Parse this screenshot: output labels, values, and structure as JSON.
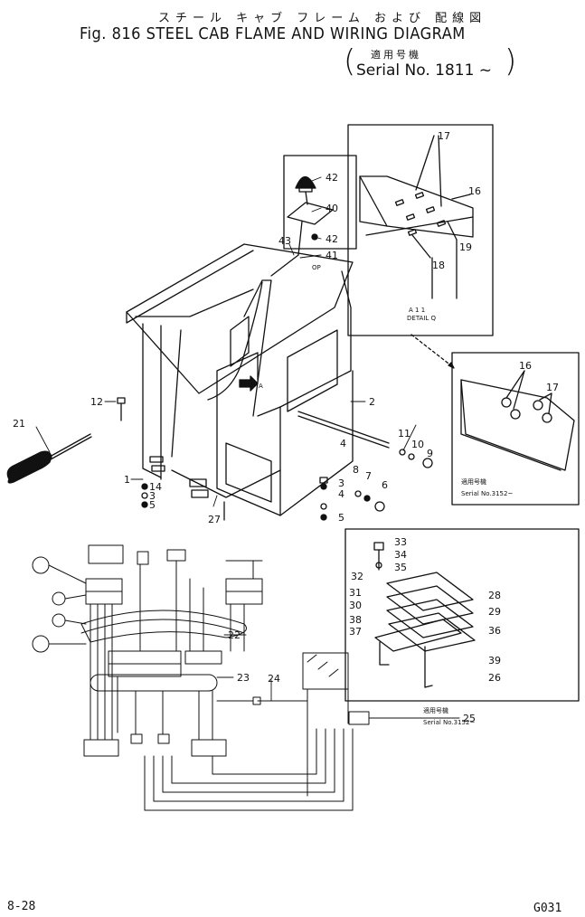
{
  "header": {
    "title_jp": "スチール キャブ フレーム および 配線図",
    "title": "Fig. 816  STEEL CAB FLAME AND WIRING DIAGRAM",
    "serial_jp": "適用号機",
    "serial": "Serial No. 1811 ~"
  },
  "detail": {
    "label": "DETAIL Q",
    "sub": "A 1 1"
  },
  "box_right_serial": {
    "jp": "適用号機",
    "text": "Serial No.3152~"
  },
  "box_lower_serial": {
    "jp": "適用号機",
    "text": "Serial No.3152~"
  },
  "op_label": "OP",
  "arrow_label": "A",
  "part_numbers": [
    "1",
    "2",
    "3",
    "4",
    "5",
    "6",
    "7",
    "8",
    "9",
    "10",
    "11",
    "12",
    "14",
    "16",
    "17",
    "18",
    "19",
    "21",
    "22",
    "23",
    "24",
    "25",
    "26",
    "27",
    "28",
    "29",
    "30",
    "31",
    "32",
    "33",
    "34",
    "35",
    "36",
    "37",
    "38",
    "39",
    "40",
    "41",
    "42",
    "43"
  ],
  "footer": {
    "page": "8-28",
    "code": "G031"
  }
}
